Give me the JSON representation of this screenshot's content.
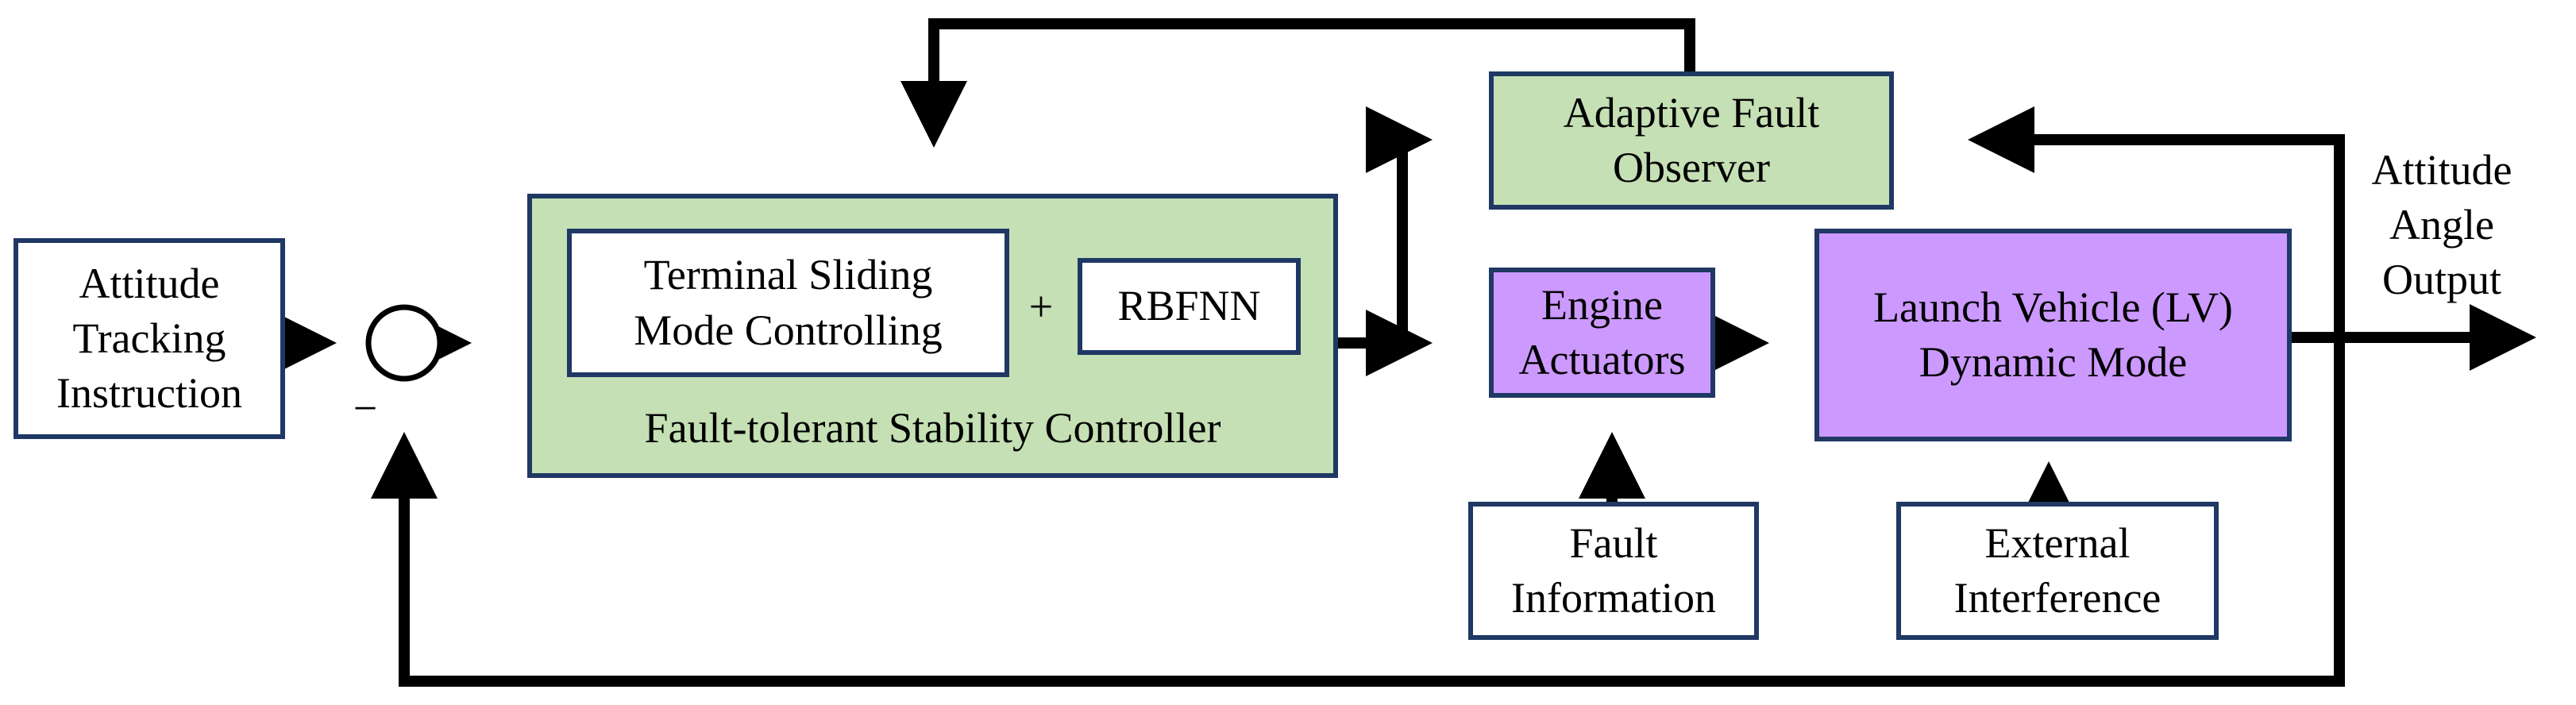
{
  "diagram": {
    "nodes": {
      "attitude_tracking": {
        "lines": [
          "Attitude",
          "Tracking",
          "Instruction"
        ]
      },
      "stability_controller": {
        "label": "Fault-tolerant Stability Controller"
      },
      "terminal_sliding": {
        "lines": [
          "Terminal Sliding",
          "Mode Controlling"
        ]
      },
      "plus_sign": "+",
      "rbfnn": "RBFNN",
      "adaptive_observer": {
        "lines": [
          "Adaptive Fault",
          "Observer"
        ]
      },
      "engine_actuators": {
        "lines": [
          "Engine",
          "Actuators"
        ]
      },
      "launch_vehicle": {
        "lines": [
          "Launch Vehicle (LV)",
          "Dynamic Mode"
        ]
      },
      "fault_information": {
        "lines": [
          "Fault",
          "Information"
        ]
      },
      "external_interference": {
        "lines": [
          "External",
          "Interference"
        ]
      },
      "output": {
        "lines": [
          "Attitude",
          "Angle",
          "Output"
        ]
      },
      "minus_sign": "−"
    },
    "colors": {
      "box_border": "#1f3864",
      "green_fill": "#c5e0b4",
      "purple_fill": "#cc99ff",
      "line": "#000000"
    }
  }
}
